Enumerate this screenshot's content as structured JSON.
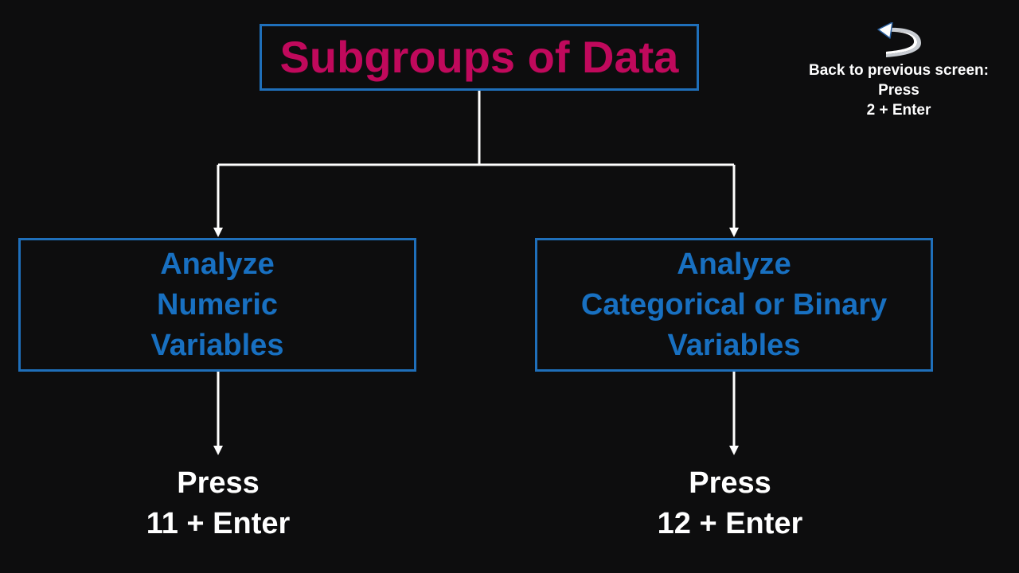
{
  "colors": {
    "background": "#0d0d0e",
    "box_border": "#1f6fba",
    "title_text": "#c0095c",
    "branch_text": "#1870c1",
    "connector": "#ffffff",
    "instruction_text": "#ffffff"
  },
  "title": {
    "text": "Subgroups of Data"
  },
  "branches": [
    {
      "lines": [
        "Analyze",
        "Numeric",
        "Variables"
      ],
      "instruction": [
        "Press",
        "11 + Enter"
      ]
    },
    {
      "lines": [
        "Analyze",
        "Categorical or Binary",
        "Variables"
      ],
      "instruction": [
        "Press",
        "12 + Enter"
      ]
    }
  ],
  "back_nav": {
    "icon": "back-arrow-icon",
    "lines": [
      "Back to previous screen:",
      "Press",
      "2 + Enter"
    ]
  }
}
